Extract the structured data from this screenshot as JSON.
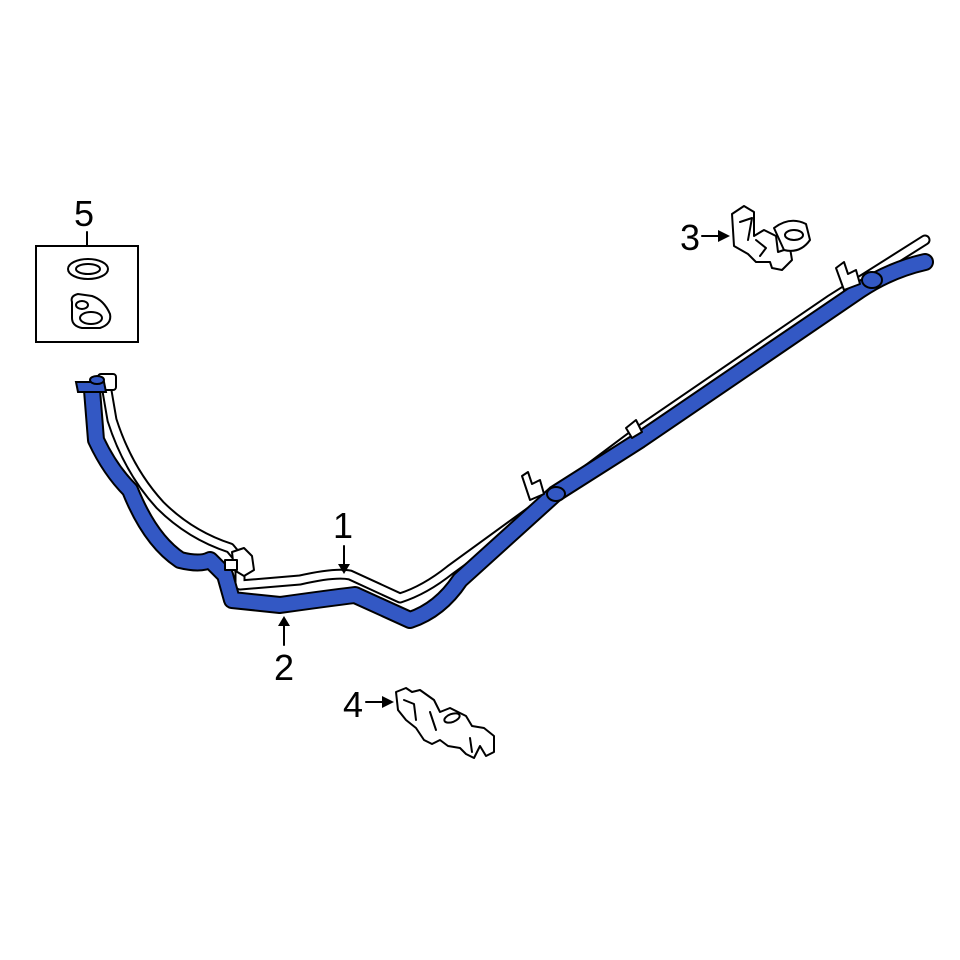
{
  "diagram": {
    "type": "exploded parts diagram",
    "highlight_color": "#3358c4",
    "line_color": "#000000",
    "background": "#ffffff"
  },
  "callouts": [
    {
      "id": "1",
      "label": "1",
      "part": "line (white, upper tube)"
    },
    {
      "id": "2",
      "label": "2",
      "part": "line (blue, highlighted tube)"
    },
    {
      "id": "3",
      "label": "3",
      "part": "bracket clip"
    },
    {
      "id": "4",
      "label": "4",
      "part": "retainer clip"
    },
    {
      "id": "5",
      "label": "5",
      "part": "seal kit (o-ring and gasket)"
    }
  ]
}
